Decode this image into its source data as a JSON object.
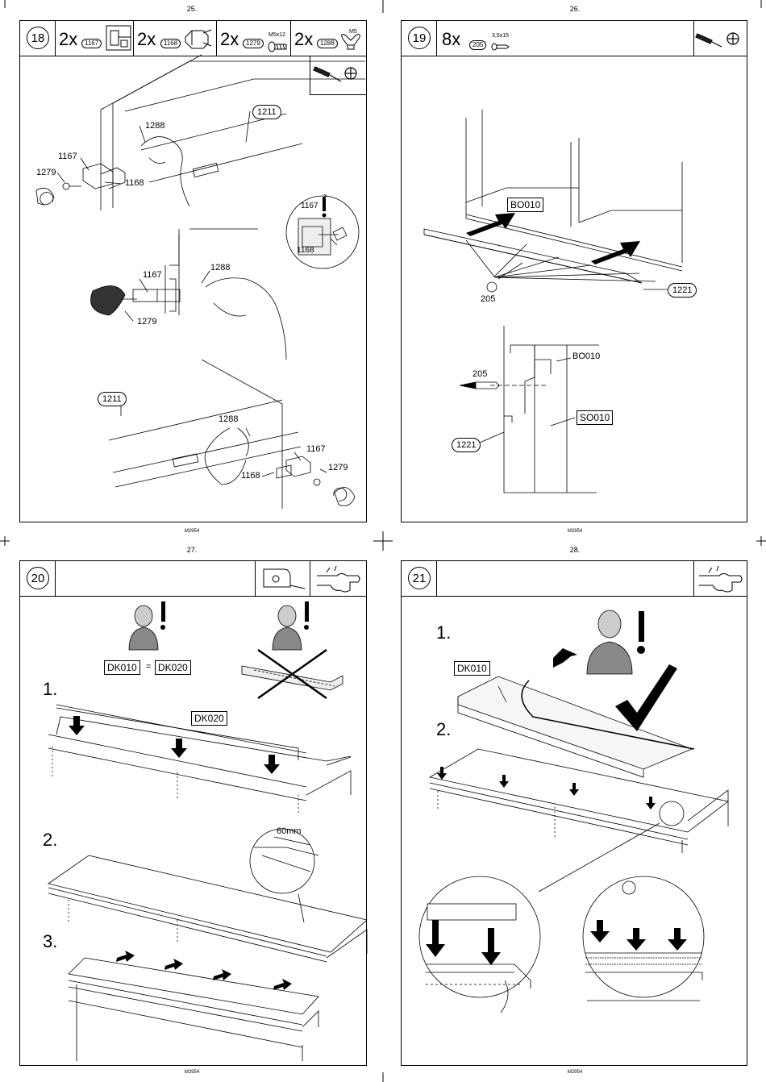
{
  "page_numbers": [
    "25.",
    "26.",
    "27.",
    "28."
  ],
  "footer_codes": [
    "M2954",
    "M2954",
    "M2954",
    "M2954"
  ],
  "step18": {
    "number": "18",
    "parts": [
      {
        "qty": "2x",
        "part": "1167"
      },
      {
        "qty": "2x",
        "part": "1168"
      },
      {
        "qty": "2x",
        "part": "1279",
        "spec": "M5x12"
      },
      {
        "qty": "2x",
        "part": "1288",
        "spec": "M5"
      }
    ],
    "labels": {
      "p1211": "1211",
      "p1288": "1288",
      "p1167": "1167",
      "p1279": "1279",
      "p1168": "1168"
    },
    "icons": [
      "screwdriver-icon",
      "phillips-bit-icon",
      "warning-icon"
    ]
  },
  "step19": {
    "number": "19",
    "qty": "8x",
    "part": "205",
    "spec": "3,5x15",
    "labels": {
      "bo010": "BO010",
      "p1221": "1221",
      "p205": "205",
      "so010": "SO010"
    }
  },
  "step20": {
    "number": "20",
    "equation": {
      "left": "DK010",
      "eq": "=",
      "right": "DK020"
    },
    "sub1": "1.",
    "sub2": "2.",
    "sub3": "3.",
    "dk020": "DK020",
    "measure": "60mm",
    "icons": [
      "tape-measure-icon",
      "hand-pointer-icon",
      "warning-icon"
    ]
  },
  "step21": {
    "number": "21",
    "sub1": "1.",
    "sub2": "2.",
    "dk010": "DK010",
    "icons": [
      "hand-pointer-icon",
      "warning-icon",
      "checkmark-icon",
      "flexed-arm-icon"
    ]
  }
}
